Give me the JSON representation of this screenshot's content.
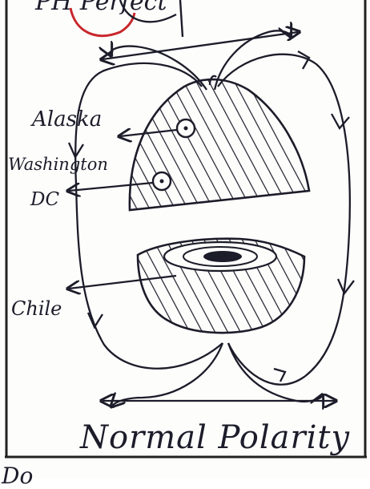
{
  "diagram": {
    "title": "Normal Polarity",
    "top_cut_text": "PH Perfect",
    "bottom_cut_text": "Do",
    "labels": {
      "alaska": "Alaska",
      "washington": "Washington",
      "dc": "DC",
      "chile": "Chile"
    },
    "colors": {
      "ink": "#1c1c2a",
      "red_mark": "#c8262b",
      "border": "#222222"
    }
  }
}
